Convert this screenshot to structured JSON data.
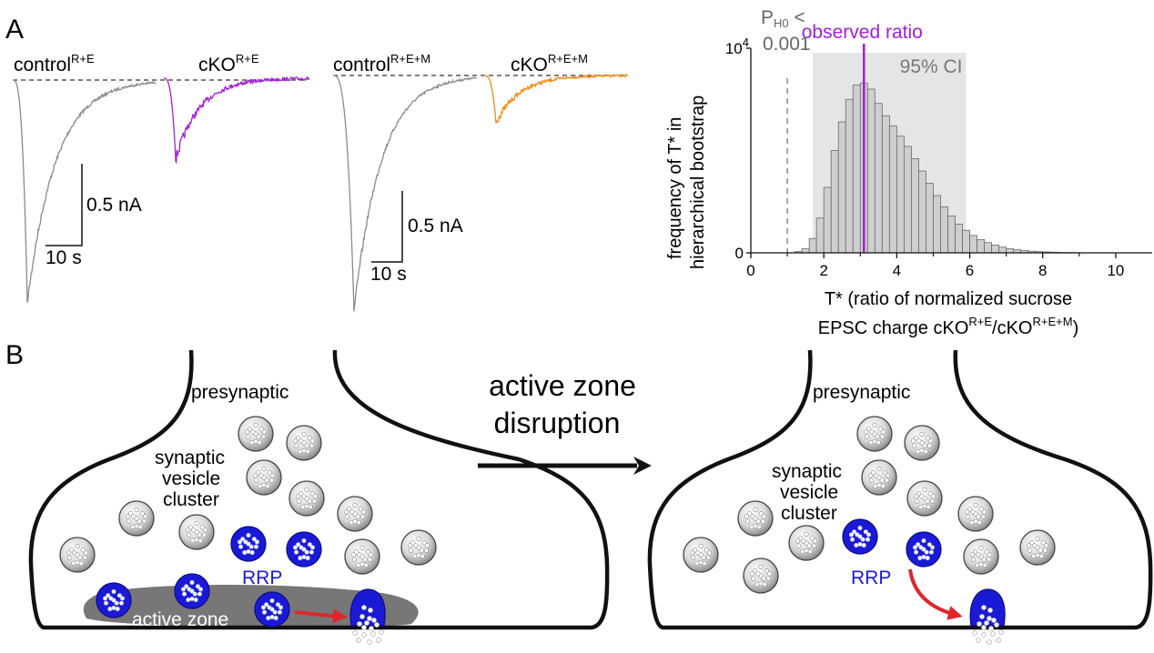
{
  "panel_a": {
    "letter": "A",
    "traces": [
      {
        "label": "control",
        "sup": "R+E",
        "color": "#8a8a8a"
      },
      {
        "label": "cKO",
        "sup": "R+E",
        "color": "#a31ed9"
      },
      {
        "label": "control",
        "sup": "R+E+M",
        "color": "#8a8a8a"
      },
      {
        "label": "cKO",
        "sup": "R+E+M",
        "color": "#f2890f"
      }
    ],
    "scalebars": [
      {
        "current": "0.5 nA",
        "time": "10 s"
      },
      {
        "current": "0.5 nA",
        "time": "10 s"
      }
    ]
  },
  "chart_data": {
    "type": "bar",
    "ylabel_line1": "frequency of T* in",
    "ylabel_line2": "hierarchical bootstrap",
    "xlabel_line1": "T* (ratio of normalized sucrose",
    "xlabel_line2_prefix": "EPSC charge cKO",
    "xlabel_sup1": "R+E",
    "xlabel_mid": "/cKO",
    "xlabel_sup2": "R+E+M",
    "xlabel_suffix": ")",
    "xlim": [
      0,
      11
    ],
    "ylim": [
      0,
      10000
    ],
    "xticks": [
      0,
      2,
      4,
      6,
      8,
      10
    ],
    "ytick_labels": [
      "0",
      "10"
    ],
    "ytick_sup": "4",
    "bin_width": 0.2,
    "bin_start": 1.2,
    "values": [
      60,
      200,
      700,
      1700,
      3200,
      5000,
      6400,
      7500,
      8200,
      8300,
      8000,
      7300,
      6700,
      6200,
      5700,
      5200,
      4600,
      4000,
      3400,
      2800,
      2250,
      1800,
      1400,
      1100,
      850,
      650,
      500,
      380,
      280,
      200,
      150,
      110,
      80,
      60,
      45,
      30,
      20,
      15,
      10
    ],
    "ci_label": "95% CI",
    "ci": [
      1.7,
      5.9
    ],
    "observed_label": "observed ratio",
    "observed": 3.1,
    "observed_color": "#a31ed9",
    "p_label_prefix": "P",
    "p_label_sub": "H0",
    "p_label_suffix": " <",
    "p_value": "0.001",
    "null_value": 1.0
  },
  "panel_b": {
    "letter": "B",
    "arrow_label_line1": "active zone",
    "arrow_label_line2": "disruption",
    "left": {
      "presynaptic": "presynaptic",
      "cluster_line1": "synaptic",
      "cluster_line2": "vesicle",
      "cluster_line3": "cluster",
      "rrp": "RRP",
      "active_zone": "active zone"
    },
    "right": {
      "presynaptic": "presynaptic",
      "cluster_line1": "synaptic",
      "cluster_line2": "vesicle",
      "cluster_line3": "cluster",
      "rrp": "RRP"
    },
    "colors": {
      "rrp_blue": "#1a1ad6",
      "release_arrow": "#e0262c",
      "active_zone": "#777777"
    }
  }
}
